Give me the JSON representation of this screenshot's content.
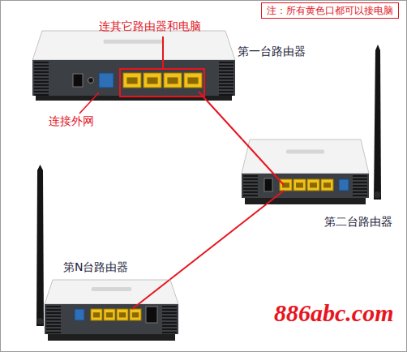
{
  "diagram": {
    "nodes": [
      {
        "text": [
          "第一台路由器"
        ]
      },
      {
        "text": [
          "第二台路由器"
        ]
      },
      {
        "text": [
          "第N台路由器"
        ]
      }
    ],
    "edges": [
      {
        "from": 0,
        "to": 1,
        "arrow": "none"
      },
      {
        "from": 1,
        "to": 2,
        "arrow": "none"
      }
    ],
    "labels": [
      "注：所有黄色口都可以接电脑",
      "连其它路由器和电脑",
      "连接外网",
      "886abc.com"
    ]
  }
}
